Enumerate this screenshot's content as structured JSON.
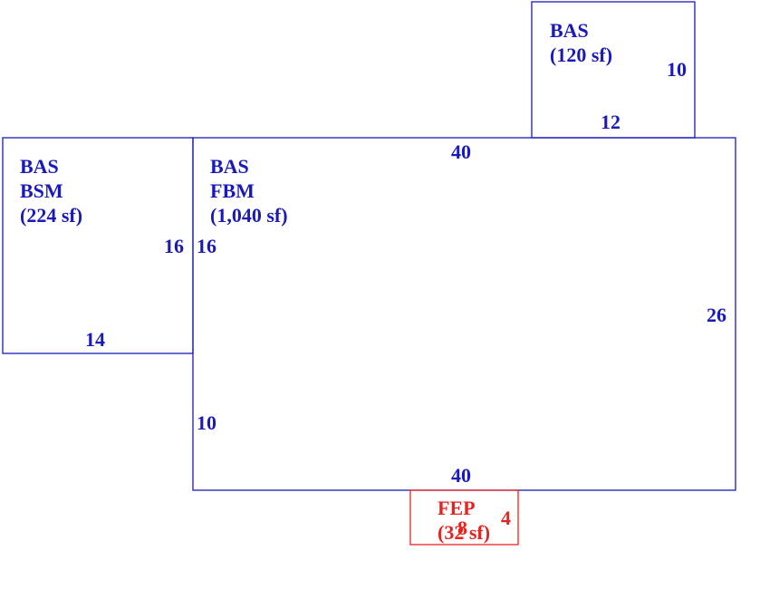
{
  "colors": {
    "main_line": "#1a1ab8",
    "main_text": "#1a1ab8",
    "porch_line": "#e8231f",
    "porch_text": "#e8231f",
    "background": "#ffffff"
  },
  "areas": {
    "top_addition": {
      "code": "BAS",
      "area": "(120 sf)",
      "dim_right": "10",
      "dim_bottom": "12"
    },
    "left_wing": {
      "code1": "BAS",
      "code2": "BSM",
      "area": "(224 sf)",
      "dim_right": "16",
      "dim_bottom": "14"
    },
    "main": {
      "code1": "BAS",
      "code2": "FBM",
      "area": "(1,040 sf)",
      "dim_top": "40",
      "dim_left_upper": "16",
      "dim_right": "26",
      "dim_left_lower": "10",
      "dim_bottom": "40"
    },
    "porch": {
      "code": "FEP",
      "area": "(32 sf)",
      "dim_right": "4",
      "dim_center": "8"
    }
  }
}
